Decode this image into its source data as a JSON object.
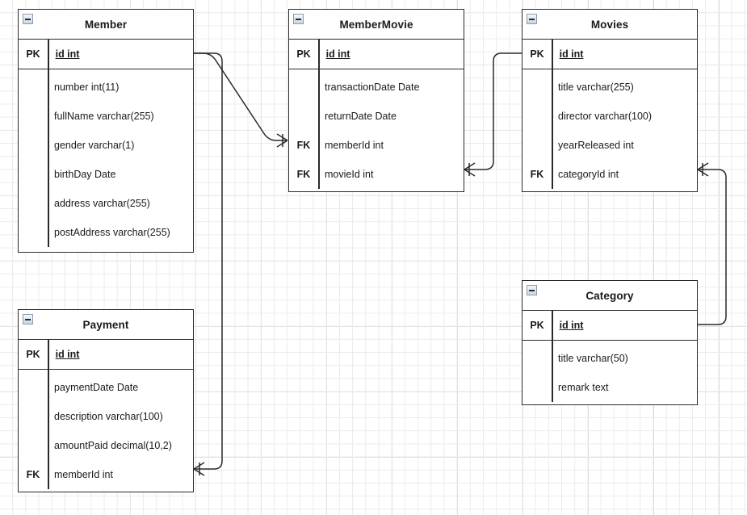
{
  "diagram": {
    "type": "entity-relationship-diagram",
    "notation": "crows-foot",
    "background": "#ffffff",
    "grid_minor_color": "#ebebeb",
    "grid_major_color": "#d4d4d4",
    "line_color": "#2a2a2a",
    "text_color": "#1a1a1a"
  },
  "entities": [
    {
      "name": "Member",
      "collapse_icon": "minus-icon",
      "pk": {
        "key": "PK",
        "field": "id int"
      },
      "columns": [
        {
          "key": "",
          "field": "number int(11)"
        },
        {
          "key": "",
          "field": "fullName varchar(255)"
        },
        {
          "key": "",
          "field": "gender varchar(1)"
        },
        {
          "key": "",
          "field": "birthDay Date"
        },
        {
          "key": "",
          "field": "address varchar(255)"
        },
        {
          "key": "",
          "field": "postAddress varchar(255)"
        }
      ]
    },
    {
      "name": "MemberMovie",
      "collapse_icon": "minus-icon",
      "pk": {
        "key": "PK",
        "field": "id int"
      },
      "columns": [
        {
          "key": "",
          "field": "transactionDate Date"
        },
        {
          "key": "",
          "field": "returnDate Date"
        },
        {
          "key": "FK",
          "field": "memberId int"
        },
        {
          "key": "FK",
          "field": "movieId int"
        }
      ]
    },
    {
      "name": "Movies",
      "collapse_icon": "minus-icon",
      "pk": {
        "key": "PK",
        "field": "id int"
      },
      "columns": [
        {
          "key": "",
          "field": "title varchar(255)"
        },
        {
          "key": "",
          "field": "director varchar(100)"
        },
        {
          "key": "",
          "field": "yearReleased int"
        },
        {
          "key": "FK",
          "field": "categoryId int"
        }
      ]
    },
    {
      "name": "Payment",
      "collapse_icon": "minus-icon",
      "pk": {
        "key": "PK",
        "field": "id int"
      },
      "columns": [
        {
          "key": "",
          "field": "paymentDate Date"
        },
        {
          "key": "",
          "field": "description varchar(100)"
        },
        {
          "key": "",
          "field": "amountPaid decimal(10,2)"
        },
        {
          "key": "FK",
          "field": "memberId int"
        }
      ]
    },
    {
      "name": "Category",
      "collapse_icon": "minus-icon",
      "pk": {
        "key": "PK",
        "field": "id int"
      },
      "columns": [
        {
          "key": "",
          "field": "title varchar(50)"
        },
        {
          "key": "",
          "field": "remark text"
        }
      ]
    }
  ],
  "relationships": [
    {
      "from": "Member.id",
      "to": "MemberMovie.memberId",
      "from_cardinality": "one",
      "to_cardinality": "many"
    },
    {
      "from": "MemberMovie.movieId",
      "to": "Movies.id",
      "from_cardinality": "many",
      "to_cardinality": "one"
    },
    {
      "from": "Movies.categoryId",
      "to": "Category.id",
      "from_cardinality": "many",
      "to_cardinality": "one"
    },
    {
      "from": "Member.id",
      "to": "Payment.memberId",
      "from_cardinality": "one",
      "to_cardinality": "many"
    }
  ]
}
